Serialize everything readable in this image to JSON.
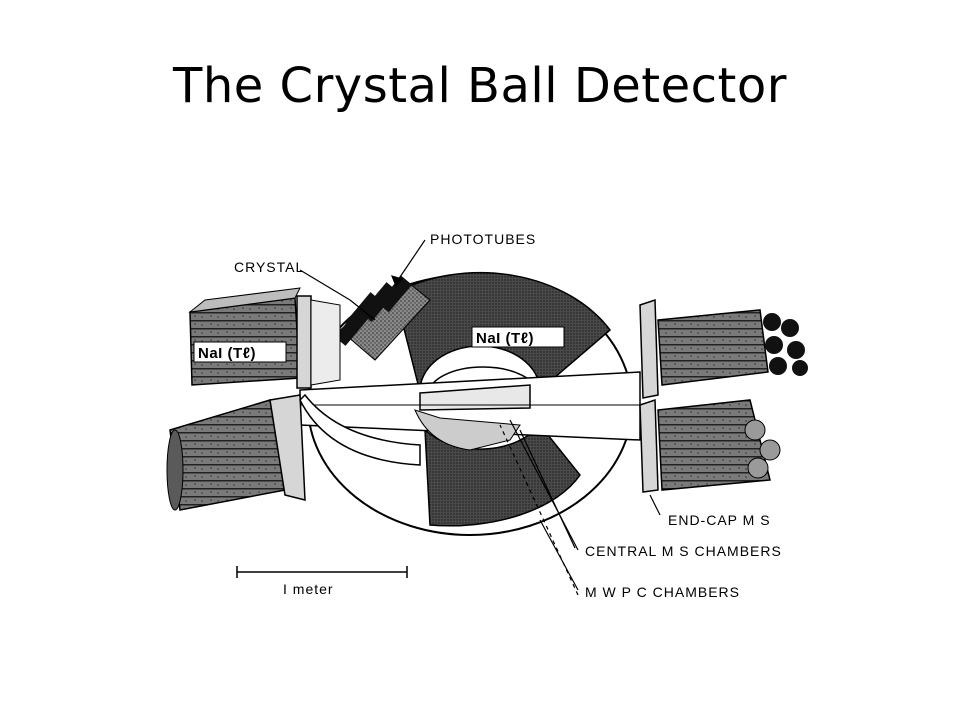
{
  "slide": {
    "title": "The Crystal Ball Detector"
  },
  "diagram": {
    "labels": {
      "phototubes": "PHOTOTUBES",
      "crystal": "CRYSTAL",
      "nai_left": "NaI (Tℓ)",
      "nai_center": "NaI (Tℓ)",
      "end_cap": "END-CAP M S",
      "central_chambers": "CENTRAL M S CHAMBERS",
      "mwpc_chambers": "M W P C  CHAMBERS",
      "scale": "I  meter"
    }
  }
}
